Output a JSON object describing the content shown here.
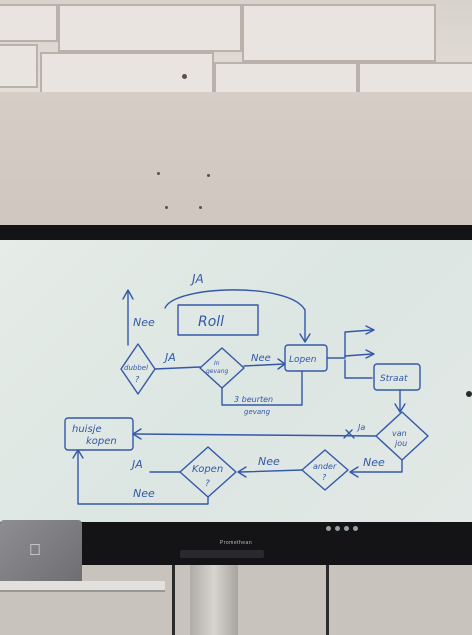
{
  "whiteboard": {
    "labels": {
      "ja_top": "JA",
      "nee_left": "Nee",
      "roll": "Roll",
      "dubbel": "dubbel",
      "dubbel_q": "?",
      "ja_mid": "JA",
      "is_gevangen": "In",
      "is_gevangen2": "gevang",
      "nee_mid": "Nee",
      "lopen": "Lopen",
      "bevrijd1": "3 beurten",
      "bevrijd2": "gevang",
      "straat": "Straat",
      "ja_right": "Ja",
      "van_jou1": "van",
      "van_jou2": "jou",
      "huisje1": "huisje",
      "huisje2": "kopen",
      "ja_bottom": "JA",
      "kopen1": "Kopen",
      "kopen2": "?",
      "nee_bottom_mid": "Nee",
      "ander1": "ander",
      "ander2": "?",
      "nee_bottom_right": "Nee",
      "nee_bottom_left": "Nee"
    }
  },
  "display": {
    "brand": "Promethean"
  }
}
